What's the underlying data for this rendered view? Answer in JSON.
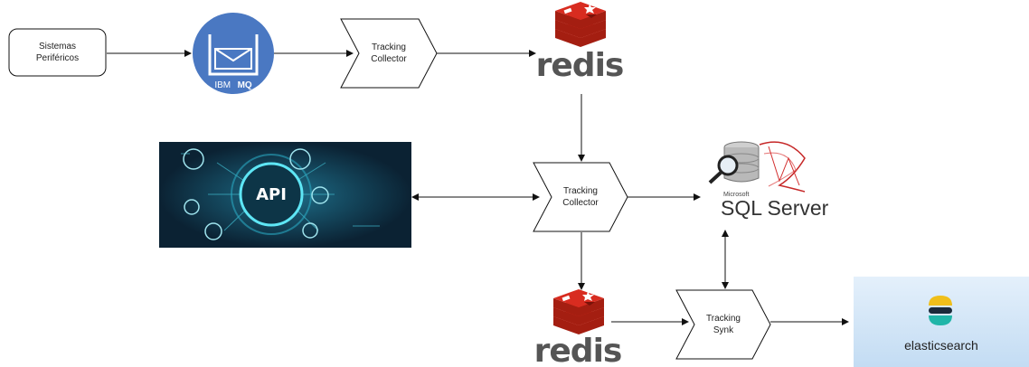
{
  "colors": {
    "ibm_blue": "#4a78c2",
    "redis_red": "#d82c20",
    "api_bg": "#0e2a3c",
    "api_glow": "#36d1e6",
    "es_bg": "#cfe3f7",
    "arrow": "#111111"
  },
  "nodes": {
    "sistemas": {
      "line1": "Sistemas",
      "line2": "Periféricos"
    },
    "ibm_mq": {
      "label_plain": "IBM",
      "label_bold": "MQ",
      "icon": "envelope-icon"
    },
    "collector_top": {
      "line1": "Tracking",
      "line2": "Collector"
    },
    "redis_top": {
      "word": "redis",
      "icon": "redis-logo"
    },
    "api": {
      "word": "API",
      "icon": "api-circuit-image"
    },
    "collector_mid": {
      "line1": "Tracking",
      "line2": "Collector"
    },
    "sql_server": {
      "brand": "Microsoft",
      "word": "SQL Server",
      "icon": "sql-server-logo"
    },
    "redis_bottom": {
      "word": "redis",
      "icon": "redis-logo"
    },
    "synk": {
      "line1": "Tracking",
      "line2": "Synk"
    },
    "elasticsearch": {
      "word": "elasticsearch",
      "icon": "elasticsearch-logo"
    }
  }
}
